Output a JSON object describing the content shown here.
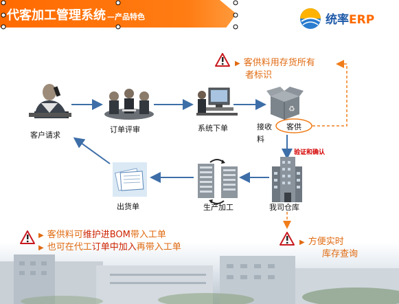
{
  "header": {
    "title": "代客加工管理系统",
    "subtitle": "—产品特色",
    "brand_name": "统率",
    "brand_suffix": "ERP"
  },
  "nodes": {
    "customer_request": "客户请求",
    "order_review": "订单评审",
    "system_order": "系统下单",
    "receive_material_1": "接收",
    "receive_material_2": "料",
    "customer_supplied": "客供",
    "our_warehouse": "我司仓库",
    "production": "生产加工",
    "delivery_note": "出货单"
  },
  "labels": {
    "verify_confirm": "验证和确认"
  },
  "notes": {
    "top_line1": "客供料用存货所有",
    "top_line2": "者标识",
    "bottom_left_line1_a": "客供料可",
    "bottom_left_line1_b": "维护进",
    "bottom_left_line1_c": "BOM",
    "bottom_left_line1_d": "带入工单",
    "bottom_left_line2_a": "也可在代工",
    "bottom_left_line2_b": "订单中加入",
    "bottom_left_line2_c": "再带入工单",
    "bottom_right_line1": "方便实时",
    "bottom_right_line2": "库存查询"
  },
  "colors": {
    "banner": "#ff6a00",
    "flow_arrow": "#3d6ea8",
    "note_text": "#e06a10",
    "dashed_connector": "#f07d1a",
    "verify_text": "#d40000",
    "brand_blue": "#1f5aa8"
  }
}
